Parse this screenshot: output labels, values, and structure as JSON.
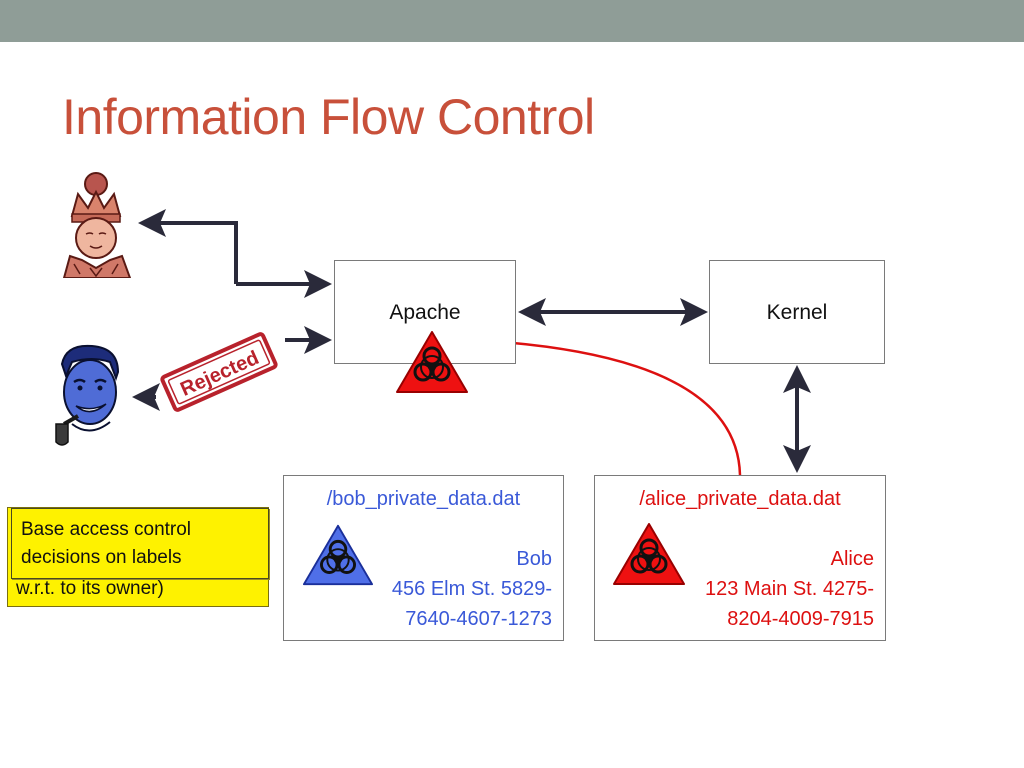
{
  "slide": {
    "title": "Information Flow Control"
  },
  "boxes": {
    "apache": "Apache",
    "kernel": "Kernel"
  },
  "files": {
    "bob": {
      "name": "/bob_private_data.dat",
      "owner": "Bob",
      "line1": "456 Elm St. 5829-",
      "line2": "7640-4607-1273"
    },
    "alice": {
      "name": "/alice_private_data.dat",
      "owner": "Alice",
      "line1": "123 Main St. 4275-",
      "line2": "8204-4009-7915"
    }
  },
  "stamp": {
    "text": "Rejected"
  },
  "notes": {
    "front_line1": "Base access control",
    "front_line2": "decisions on labels",
    "back_line": "w.r.t. to its owner)"
  },
  "colors": {
    "title": "#c8503a",
    "bob": "#3a59d8",
    "alice": "#dd1010",
    "note": "#fef200",
    "arrow": "#2a2a3a",
    "flow": "#dd1010",
    "stamp": "#b8222c"
  },
  "icons": {
    "queen": "queen-avatar-icon",
    "man": "pipe-man-avatar-icon",
    "hazard": "biohazard-icon"
  }
}
